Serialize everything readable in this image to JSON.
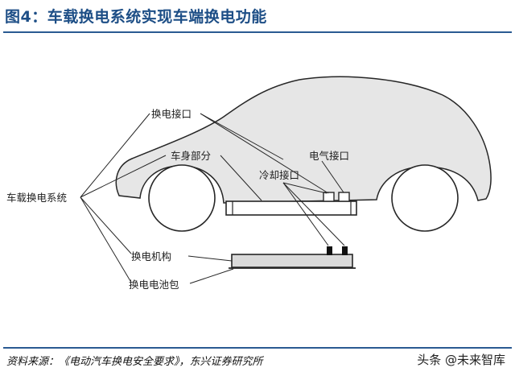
{
  "figure": {
    "title": "图4：车载换电系统实现车端换电功能",
    "source": "资料来源：《电动汽车换电安全要求》，东兴证券研究所",
    "watermark": "头条 @未来智库"
  },
  "labels": {
    "battery_swap_system": "车载换电系统",
    "swap_interface": "换电接口",
    "body_part": "车身部分",
    "electrical_interface": "电气接口",
    "cooling_interface": "冷却接口",
    "swap_mechanism": "换电机构",
    "swap_battery_pack": "换电电池包"
  },
  "colors": {
    "title": "#1d4e86",
    "rule": "#2a5a92",
    "car_fill": "#e6e6e6",
    "outline": "#262626",
    "battery_fill": "#dadada"
  }
}
